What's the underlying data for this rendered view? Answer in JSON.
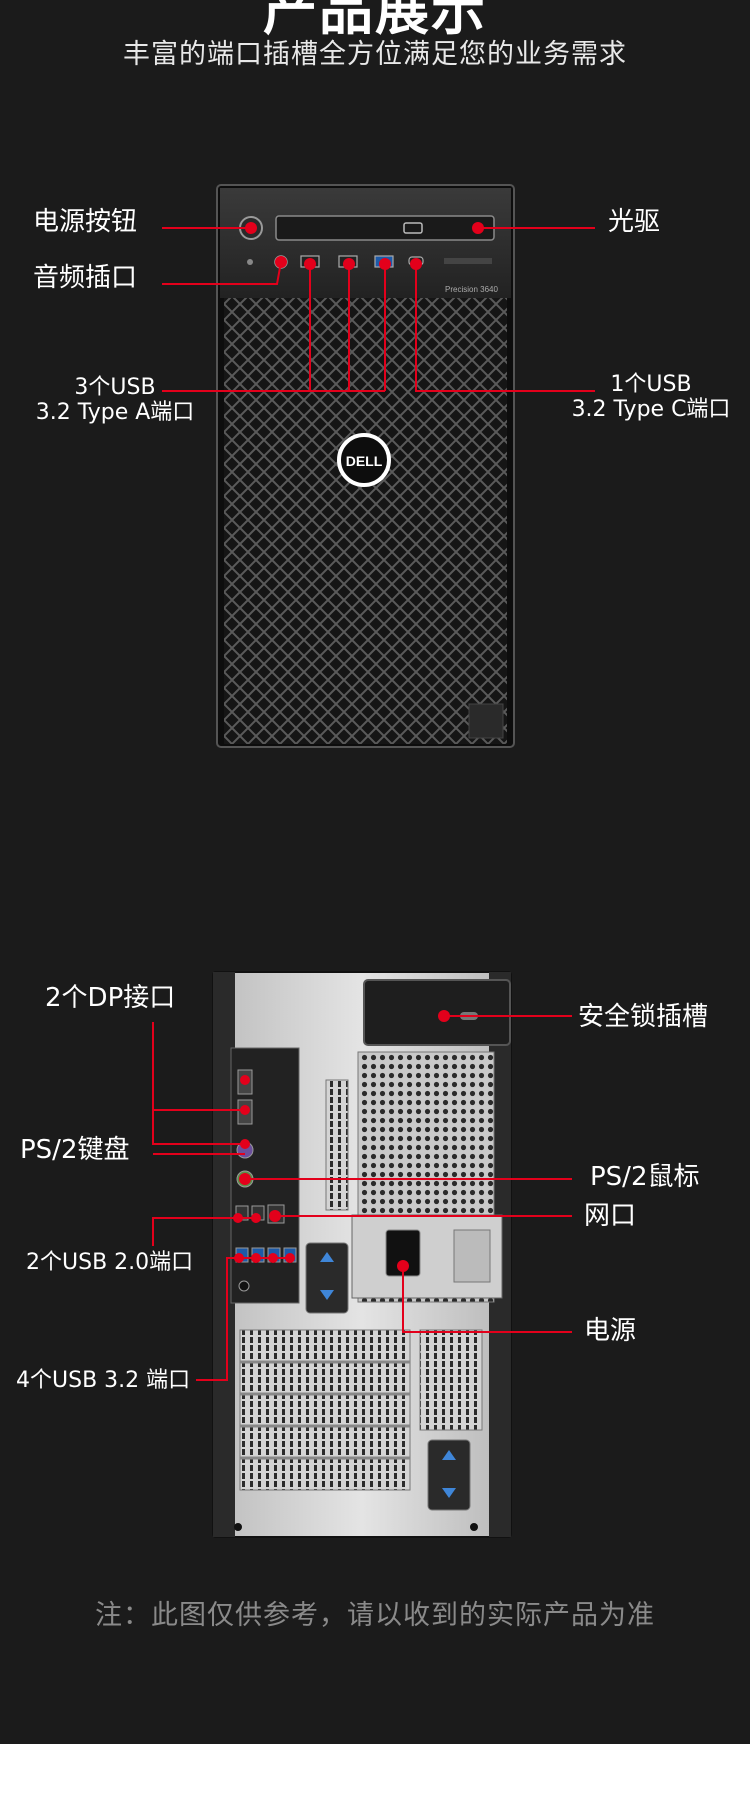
{
  "heading": "产品展示",
  "subtitle": "丰富的端口插槽全方位满足您的业务需求",
  "front": {
    "model_text": "Precision 3640",
    "brand_text": "DELL",
    "labels": {
      "power_button": "电源按钮",
      "audio_jack": "音频插口",
      "usb_a_line1": "3个USB",
      "usb_a_line2": "3.2 Type A端口",
      "optical_drive": "光驱",
      "usb_c_line1": "1个USB",
      "usb_c_line2": "3.2 Type C端口"
    }
  },
  "rear": {
    "labels": {
      "dp": "2个DP接口",
      "ps2_keyboard": "PS/2键盘",
      "usb20": "2个USB 2.0端口",
      "usb32": "4个USB 3.2 端口",
      "security_lock": "安全锁插槽",
      "ps2_mouse": "PS/2鼠标",
      "lan": "网口",
      "power": "电源"
    }
  },
  "note": "注：此图仅供参考，请以收到的实际产品为准",
  "colors": {
    "accent": "#e3001b",
    "background": "#1b1b1b",
    "note_text": "#8a8a8a"
  }
}
